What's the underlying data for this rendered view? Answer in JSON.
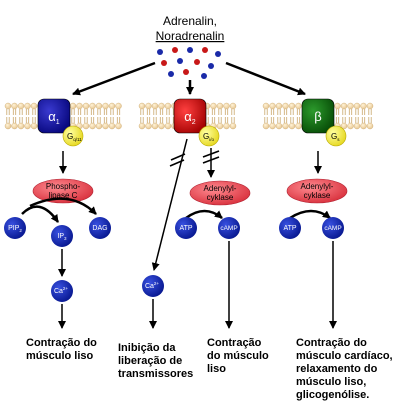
{
  "title": {
    "line1": "Adrenalin,",
    "line2": "Noradrenalin"
  },
  "colors": {
    "alpha1": "#0a0a9a",
    "alpha2": "#cc0000",
    "beta": "#0c6a0c",
    "gprotein": "#f5ec40",
    "enzyme": "#e64a55",
    "molecule": "#0a1aa8",
    "membrane_head": "#f0d4a6",
    "arrow": "#000000"
  },
  "receptors": {
    "alpha1": {
      "symbol": "α",
      "sub": "1",
      "g": "G",
      "gsub": "q/11"
    },
    "alpha2": {
      "symbol": "α",
      "sub": "2",
      "g": "G",
      "gsub": "i/o"
    },
    "beta": {
      "symbol": "β",
      "sub": "",
      "g": "G",
      "gsub": "s"
    }
  },
  "enzymes": {
    "plc": {
      "line1": "Phospho-",
      "line2": "lipase C"
    },
    "ac_alpha2": {
      "line1": "Adenylyl-",
      "line2": "cyklase"
    },
    "ac_beta": {
      "line1": "Adenylyl-",
      "line2": "cyklase"
    }
  },
  "molecules": {
    "pip2": {
      "main": "PIP",
      "sub": "2"
    },
    "ip3": {
      "main": "IP",
      "sub": "3"
    },
    "dag": {
      "main": "DAG"
    },
    "ca_alpha1": {
      "main": "Ca",
      "sup": "2+"
    },
    "ca_alpha2": {
      "main": "Ca",
      "sup": "2+"
    },
    "atp_alpha2": {
      "main": "ATP"
    },
    "camp_alpha2": {
      "main": "cAMP"
    },
    "atp_beta": {
      "main": "ATP"
    },
    "camp_beta": {
      "main": "cAMP"
    }
  },
  "effects": {
    "alpha1": [
      "Contração do",
      "músculo liso"
    ],
    "alpha2_inhibition": [
      "Inibição da",
      "liberação de",
      "transmissores"
    ],
    "alpha2_contraction": [
      "Contração",
      "do músculo",
      "liso"
    ],
    "beta": [
      "Contração do",
      "músculo cardíaco,",
      "relaxamento do",
      "músculo liso,",
      "glicogenólise."
    ]
  }
}
